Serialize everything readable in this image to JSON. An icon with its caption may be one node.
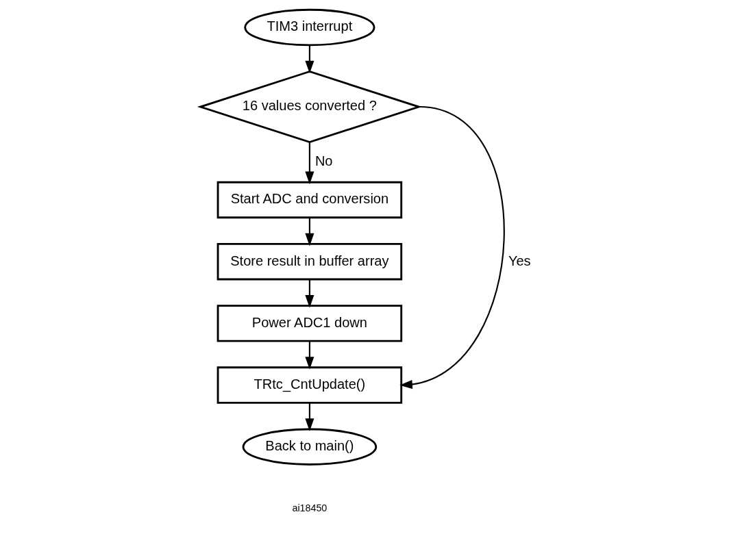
{
  "diagram": {
    "nodes": [
      {
        "text": [
          "TIM3 interrupt"
        ]
      },
      {
        "text": [
          "16 values converted ?"
        ]
      },
      {
        "text": [
          "Start ADC and conversion"
        ]
      },
      {
        "text": [
          "Store result in buffer array"
        ]
      },
      {
        "text": [
          "Power ADC1 down"
        ]
      },
      {
        "text": [
          "TRtc_CntUpdate()"
        ]
      },
      {
        "text": [
          "Back to main()"
        ]
      }
    ],
    "edges": [
      {
        "from": 0,
        "to": 1,
        "arrow": "to"
      },
      {
        "from": 1,
        "to": 2,
        "arrow": "to",
        "label": "No"
      },
      {
        "from": 2,
        "to": 3,
        "arrow": "to"
      },
      {
        "from": 3,
        "to": 4,
        "arrow": "to"
      },
      {
        "from": 4,
        "to": 5,
        "arrow": "to"
      },
      {
        "from": 1,
        "to": 5,
        "arrow": "to",
        "label": "Yes"
      },
      {
        "from": 5,
        "to": 6,
        "arrow": "to"
      }
    ],
    "labels": [
      "ai18450"
    ]
  }
}
